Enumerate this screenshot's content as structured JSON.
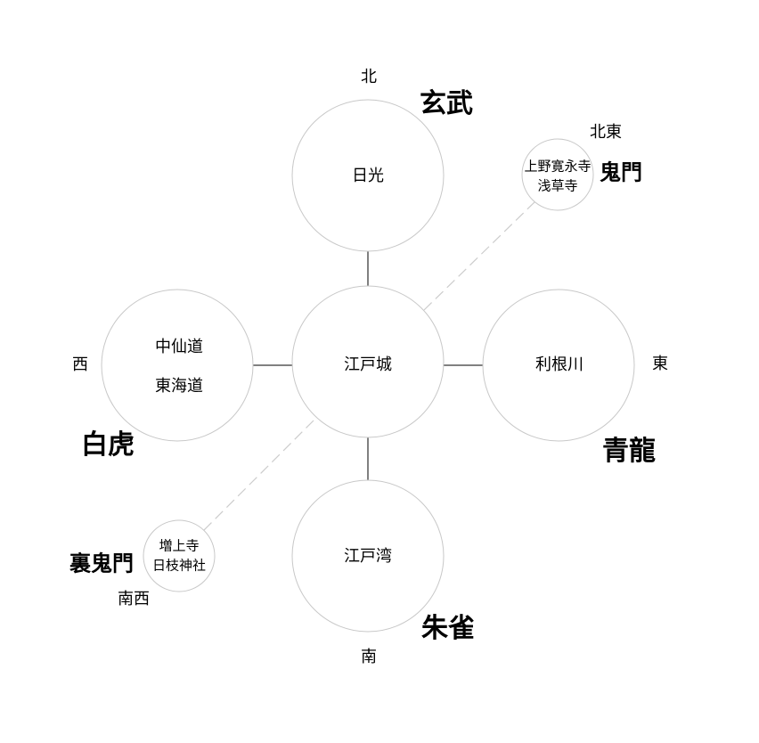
{
  "nodes": {
    "center": "江戸城",
    "north": "日光",
    "east": "利根川",
    "south": "江戸湾",
    "west": [
      "中仙道",
      "東海道"
    ],
    "northeast": [
      "上野寛永寺",
      "浅草寺"
    ],
    "southwest": [
      "増上寺",
      "日枝神社"
    ]
  },
  "directions": {
    "north": "北",
    "east": "東",
    "south": "南",
    "west": "西",
    "northeast": "北東",
    "southwest": "南西"
  },
  "guardians": {
    "north": "玄武",
    "east": "青龍",
    "south": "朱雀",
    "west": "白虎"
  },
  "gates": {
    "northeast": "鬼門",
    "southwest": "裏鬼門"
  }
}
